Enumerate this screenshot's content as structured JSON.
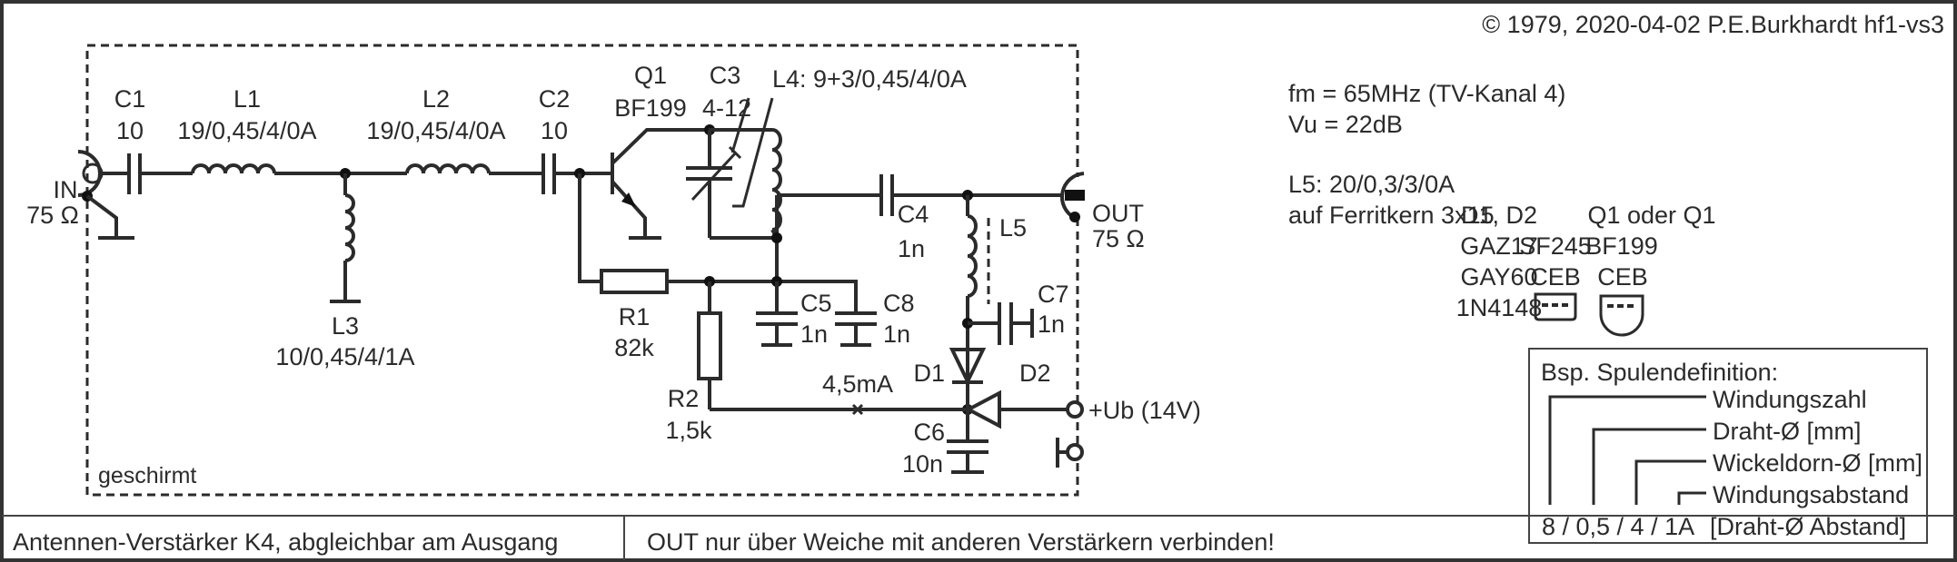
{
  "header": {
    "copyright": "© 1979, 2020-04-02 P.E.Burkhardt hf1-vs3"
  },
  "footer": {
    "title": "Antennen-Verstärker K4, abgleichbar am Ausgang",
    "note": "OUT nur über Weiche mit anderen Verstärkern verbinden!"
  },
  "shield_label": "geschirmt",
  "ports": {
    "in": {
      "name": "IN",
      "impedance": "75 Ω"
    },
    "out": {
      "name": "OUT",
      "impedance": "75 Ω"
    },
    "supply": "+Ub (14V)"
  },
  "components": {
    "C1": {
      "ref": "C1",
      "value": "10"
    },
    "L1": {
      "ref": "L1",
      "value": "19/0,45/4/0A"
    },
    "L2": {
      "ref": "L2",
      "value": "19/0,45/4/0A"
    },
    "C2": {
      "ref": "C2",
      "value": "10"
    },
    "L3": {
      "ref": "L3",
      "value": "10/0,45/4/1A"
    },
    "Q1": {
      "ref": "Q1",
      "value": "BF199"
    },
    "C3": {
      "ref": "C3",
      "value": "4-12"
    },
    "L4": {
      "label": "L4: 9+3/0,45/4/0A"
    },
    "C4": {
      "ref": "C4",
      "value": "1n"
    },
    "L5": {
      "ref": "L5"
    },
    "R1": {
      "ref": "R1",
      "value": "82k"
    },
    "R2": {
      "ref": "R2",
      "value": "1,5k"
    },
    "C5": {
      "ref": "C5",
      "value": "1n"
    },
    "C8": {
      "ref": "C8",
      "value": "1n"
    },
    "C7": {
      "ref": "C7",
      "value": "1n"
    },
    "C6": {
      "ref": "C6",
      "value": "10n"
    },
    "D1": {
      "ref": "D1"
    },
    "D2": {
      "ref": "D2"
    },
    "current": "4,5mA"
  },
  "specs": {
    "line1": "fm = 65MHz (TV-Kanal 4)",
    "line2": "Vu = 22dB",
    "line3": "L5: 20/0,3/3/0A",
    "line4": "auf Ferritkern 3x15"
  },
  "parts": {
    "diodes": {
      "header": "D1, D2",
      "types": [
        "GAZ17",
        "GAY60",
        "1N4148"
      ]
    },
    "transistor_header": "Q1 oder Q1",
    "transistors": [
      {
        "type": "SF245",
        "pinout": "CEB"
      },
      {
        "type": "BF199",
        "pinout": "CEB"
      }
    ]
  },
  "coil_legend": {
    "title": "Bsp. Spulendefinition:",
    "labels": [
      "Windungszahl",
      "Draht-Ø [mm]",
      "Wickeldorn-Ø [mm]",
      "Windungsabstand",
      "[Draht-Ø Abstand]"
    ],
    "example": "8 / 0,5 / 4 / 1A"
  }
}
